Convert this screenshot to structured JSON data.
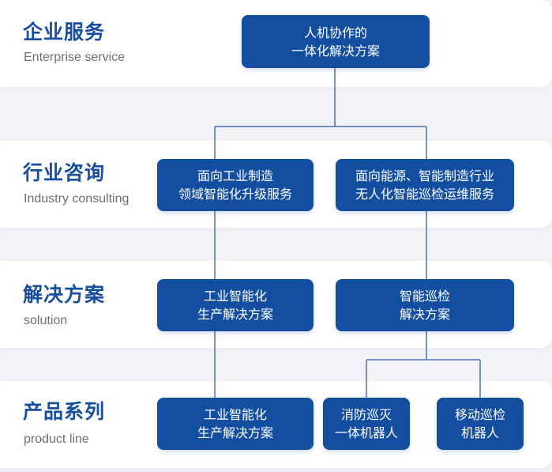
{
  "rows": [
    {
      "title": "企业服务",
      "subtitle": "Enterprise service"
    },
    {
      "title": "行业咨询",
      "subtitle": "Industry consulting"
    },
    {
      "title": "解决方案",
      "subtitle": "solution"
    },
    {
      "title": "产品系列",
      "subtitle": "product line"
    }
  ],
  "nodes": {
    "root": {
      "line1": "人机协作的",
      "line2": "一体化解决方案"
    },
    "consult_left": {
      "line1": "面向工业制造",
      "line2": "领域智能化升级服务"
    },
    "consult_right": {
      "line1": "面向能源、智能制造行业",
      "line2": "无人化智能巡检运维服务"
    },
    "solution_left": {
      "line1": "工业智能化",
      "line2": "生产解决方案"
    },
    "solution_right": {
      "line1": "智能巡检",
      "line2": "解决方案"
    },
    "product_left": {
      "line1": "工业智能化",
      "line2": "生产解决方案"
    },
    "product_mid": {
      "line1": "消防巡灭",
      "line2": "一体机器人"
    },
    "product_right": {
      "line1": "移动巡检",
      "line2": "机器人"
    }
  },
  "colors": {
    "node_fill": "#134ea0",
    "title_text": "#174e9f",
    "connector": "#4a72b5",
    "background": "#f2f3f6"
  }
}
